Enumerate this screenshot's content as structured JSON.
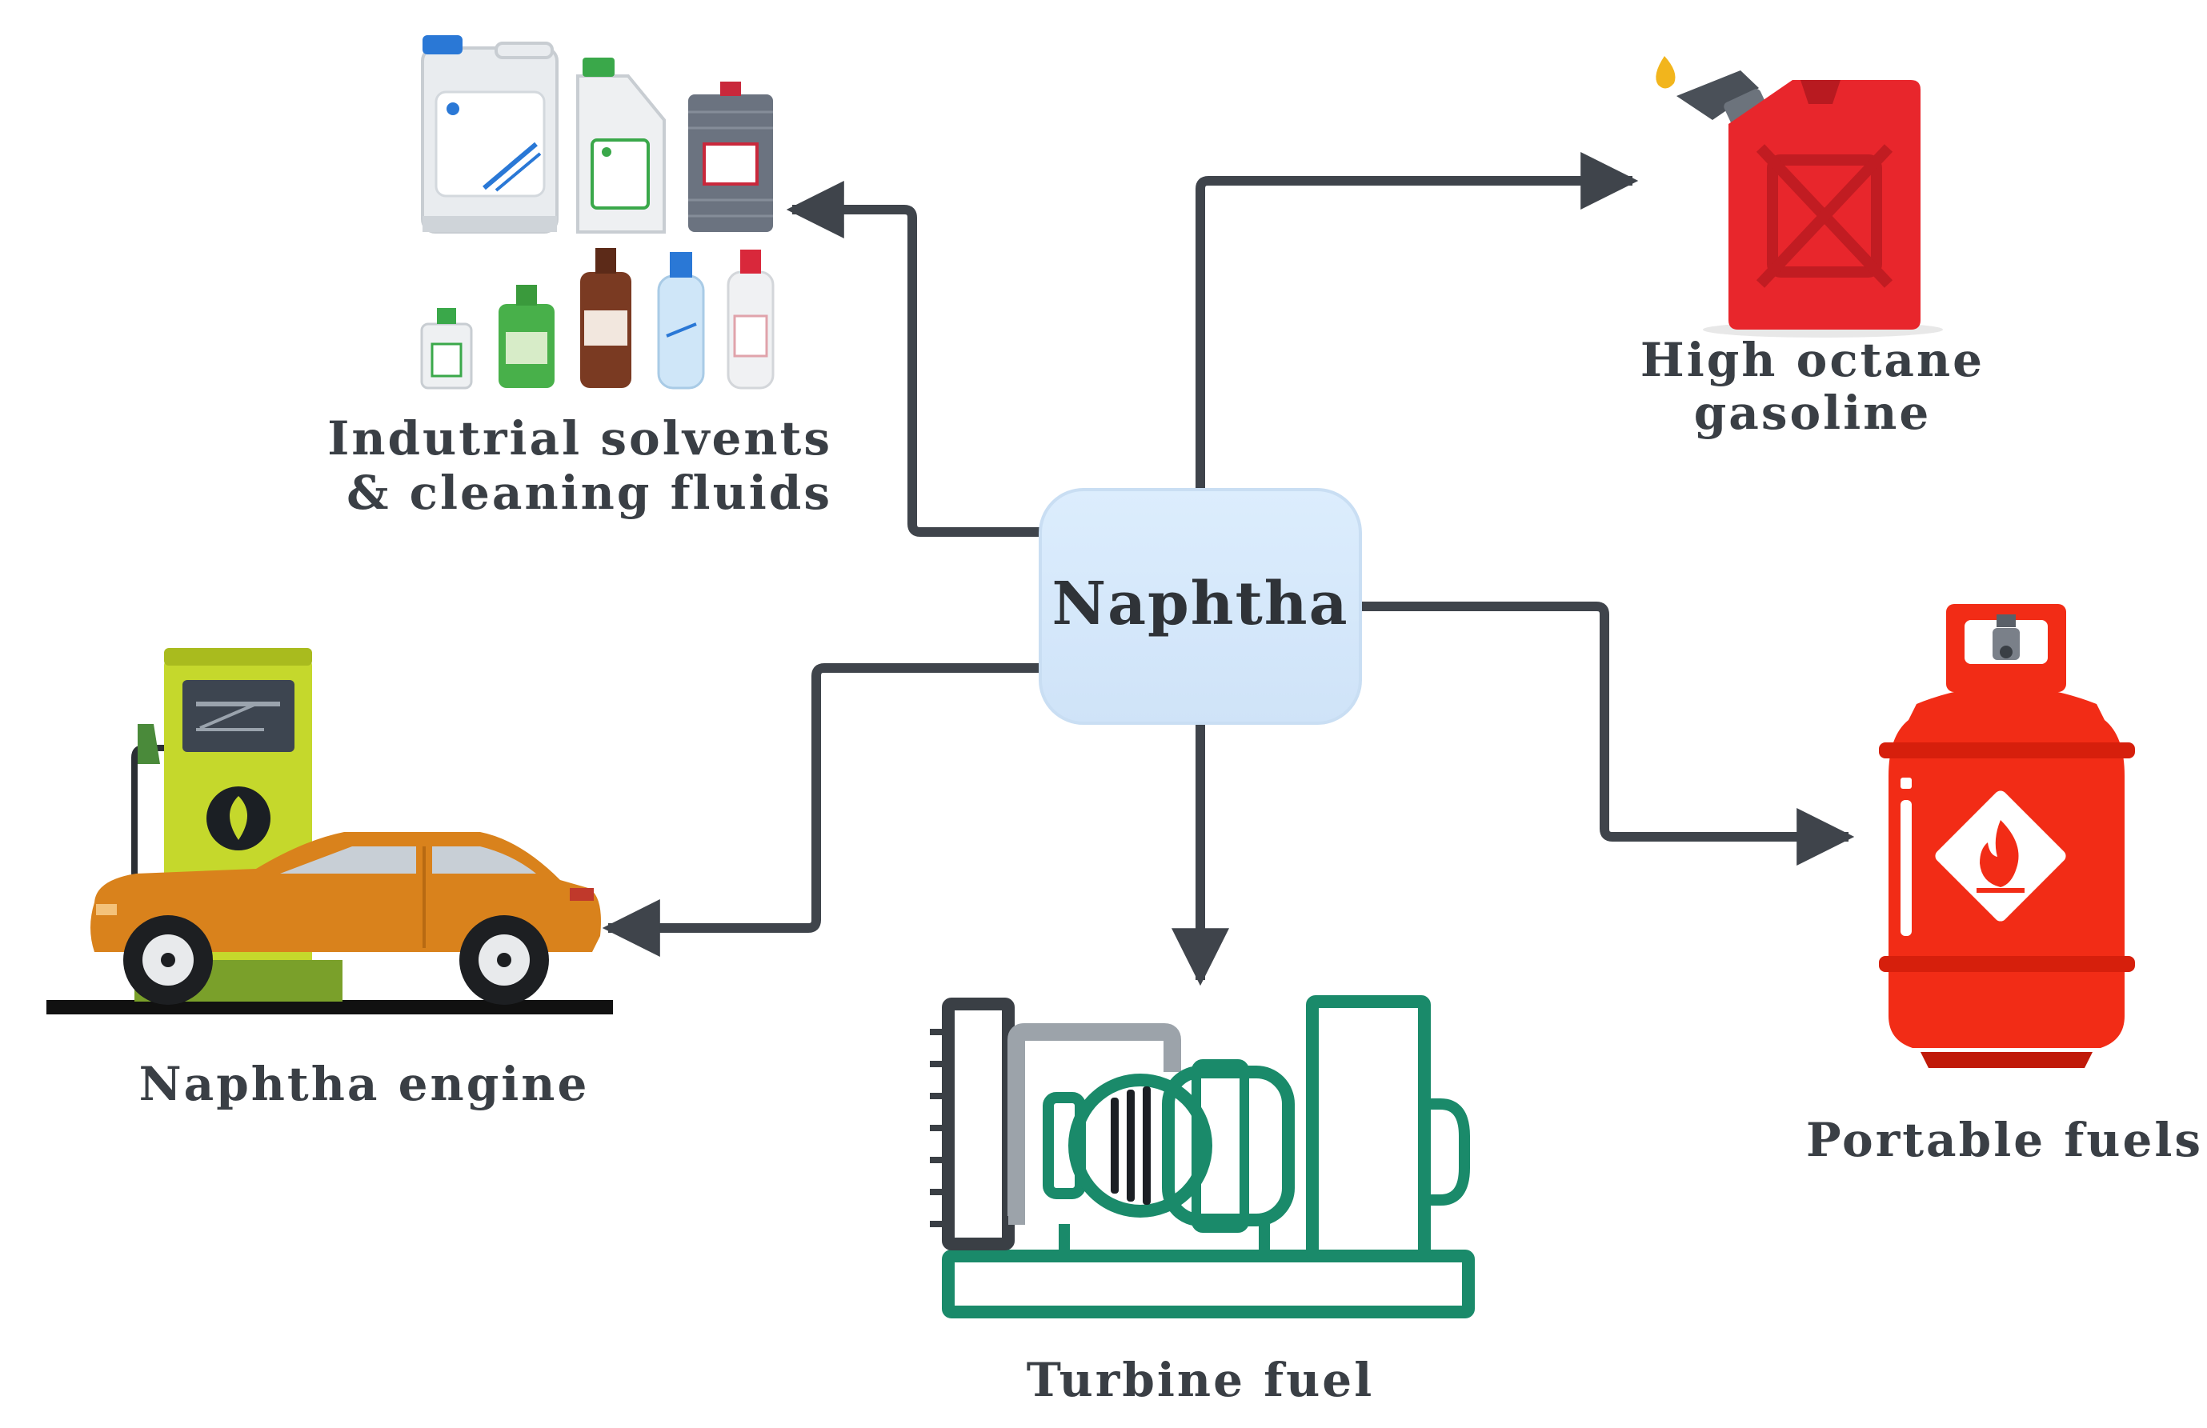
{
  "center": {
    "label": "Naphtha"
  },
  "outputs": [
    {
      "id": "solvents",
      "lines": [
        "Indutrial solvents",
        "& cleaning fluids"
      ],
      "icon": "solvent-bottles-icon"
    },
    {
      "id": "gasoline",
      "lines": [
        "High octane",
        "gasoline"
      ],
      "icon": "jerry-can-icon"
    },
    {
      "id": "engine",
      "lines": [
        "Naphtha engine"
      ],
      "icon": "car-fuel-pump-icon"
    },
    {
      "id": "turbine",
      "lines": [
        "Turbine fuel"
      ],
      "icon": "turbine-generator-icon"
    },
    {
      "id": "portable",
      "lines": [
        "Portable fuels"
      ],
      "icon": "gas-cylinder-icon"
    }
  ],
  "colors": {
    "center_box": "#d6e9fc",
    "arrows": "#3f444b",
    "labels": "#3a3f45",
    "jerry_can": "#e8262c",
    "cylinder": "#f22c16",
    "turbine": "#1a8a6a",
    "car": "#d9821c",
    "pump": "#c5d82c"
  }
}
